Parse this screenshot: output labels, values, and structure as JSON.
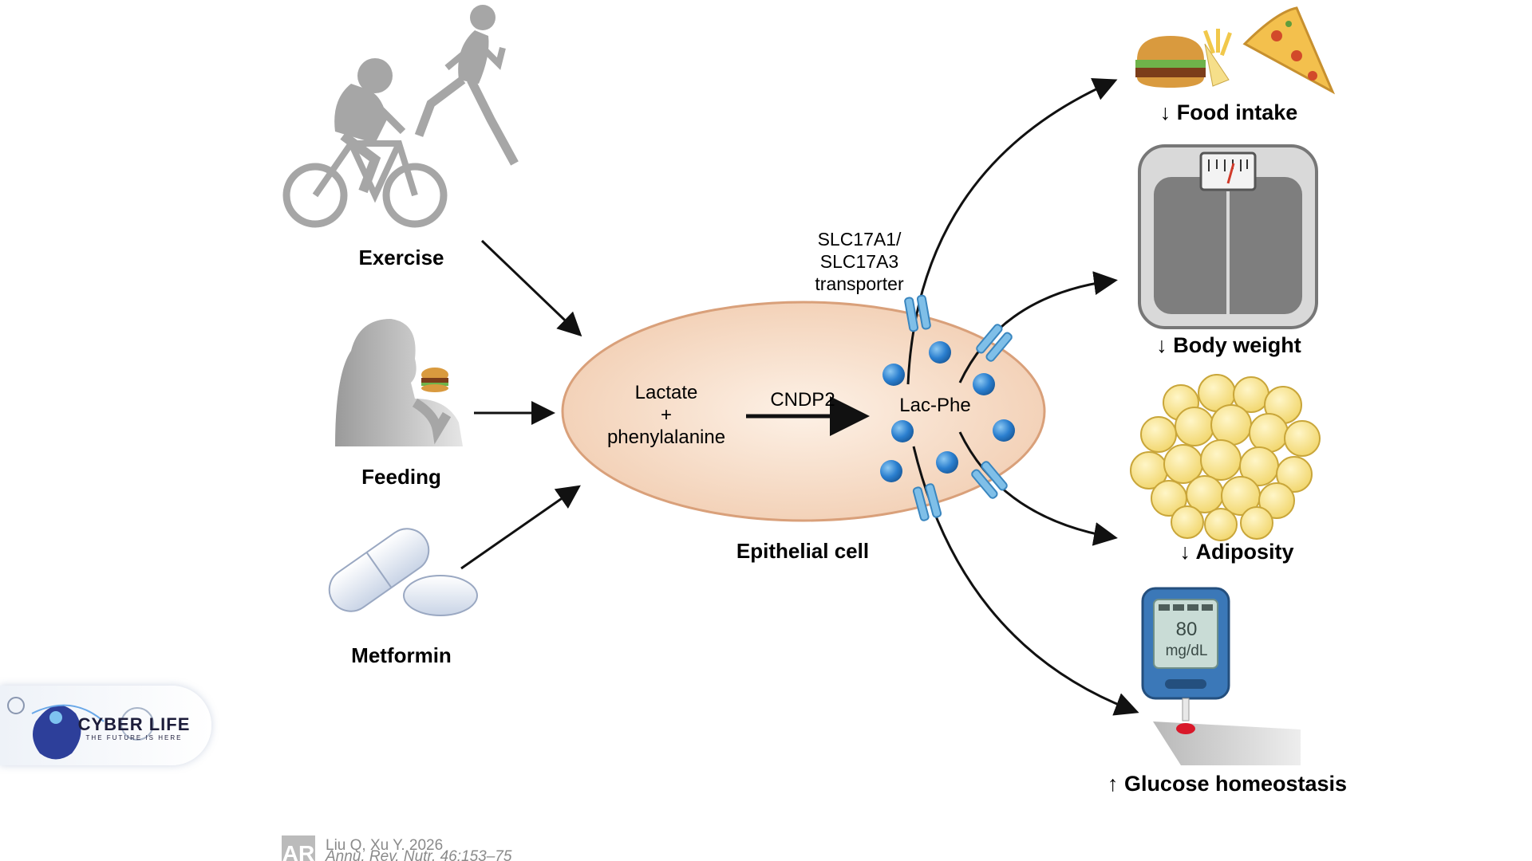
{
  "inputs": {
    "exercise": "Exercise",
    "feeding": "Feeding",
    "metformin": "Metformin"
  },
  "cell": {
    "substrate_line1": "Lactate",
    "substrate_line2": "+",
    "substrate_line3": "phenylalanine",
    "enzyme": "CNDP2",
    "product": "Lac-Phe",
    "name": "Epithelial cell"
  },
  "transporter": {
    "line1": "SLC17A1/",
    "line2": "SLC17A3",
    "line3": "transporter"
  },
  "outcomes": {
    "food_intake": "↓ Food intake",
    "body_weight": "↓ Body weight",
    "adiposity": "↓ Adiposity",
    "glucose": "↑ Glucose homeostasis"
  },
  "glucometer": {
    "value": "80",
    "unit": "mg/dL"
  },
  "watermark": {
    "brand": "CYBER LIFE",
    "tagline": "THE FUTURE IS HERE"
  },
  "citation": {
    "authors": "Liu Q, Xu Y. 2026",
    "journal": "Annu. Rev. Nutr. 46:153–75",
    "logo": "AR"
  },
  "colors": {
    "silhouette": "#a6a6a6",
    "cell_fill": "#f6dcc8",
    "cell_stroke": "#d9a07a",
    "molecule": "#2b7fcf",
    "transporter": "#7fbfe8"
  }
}
